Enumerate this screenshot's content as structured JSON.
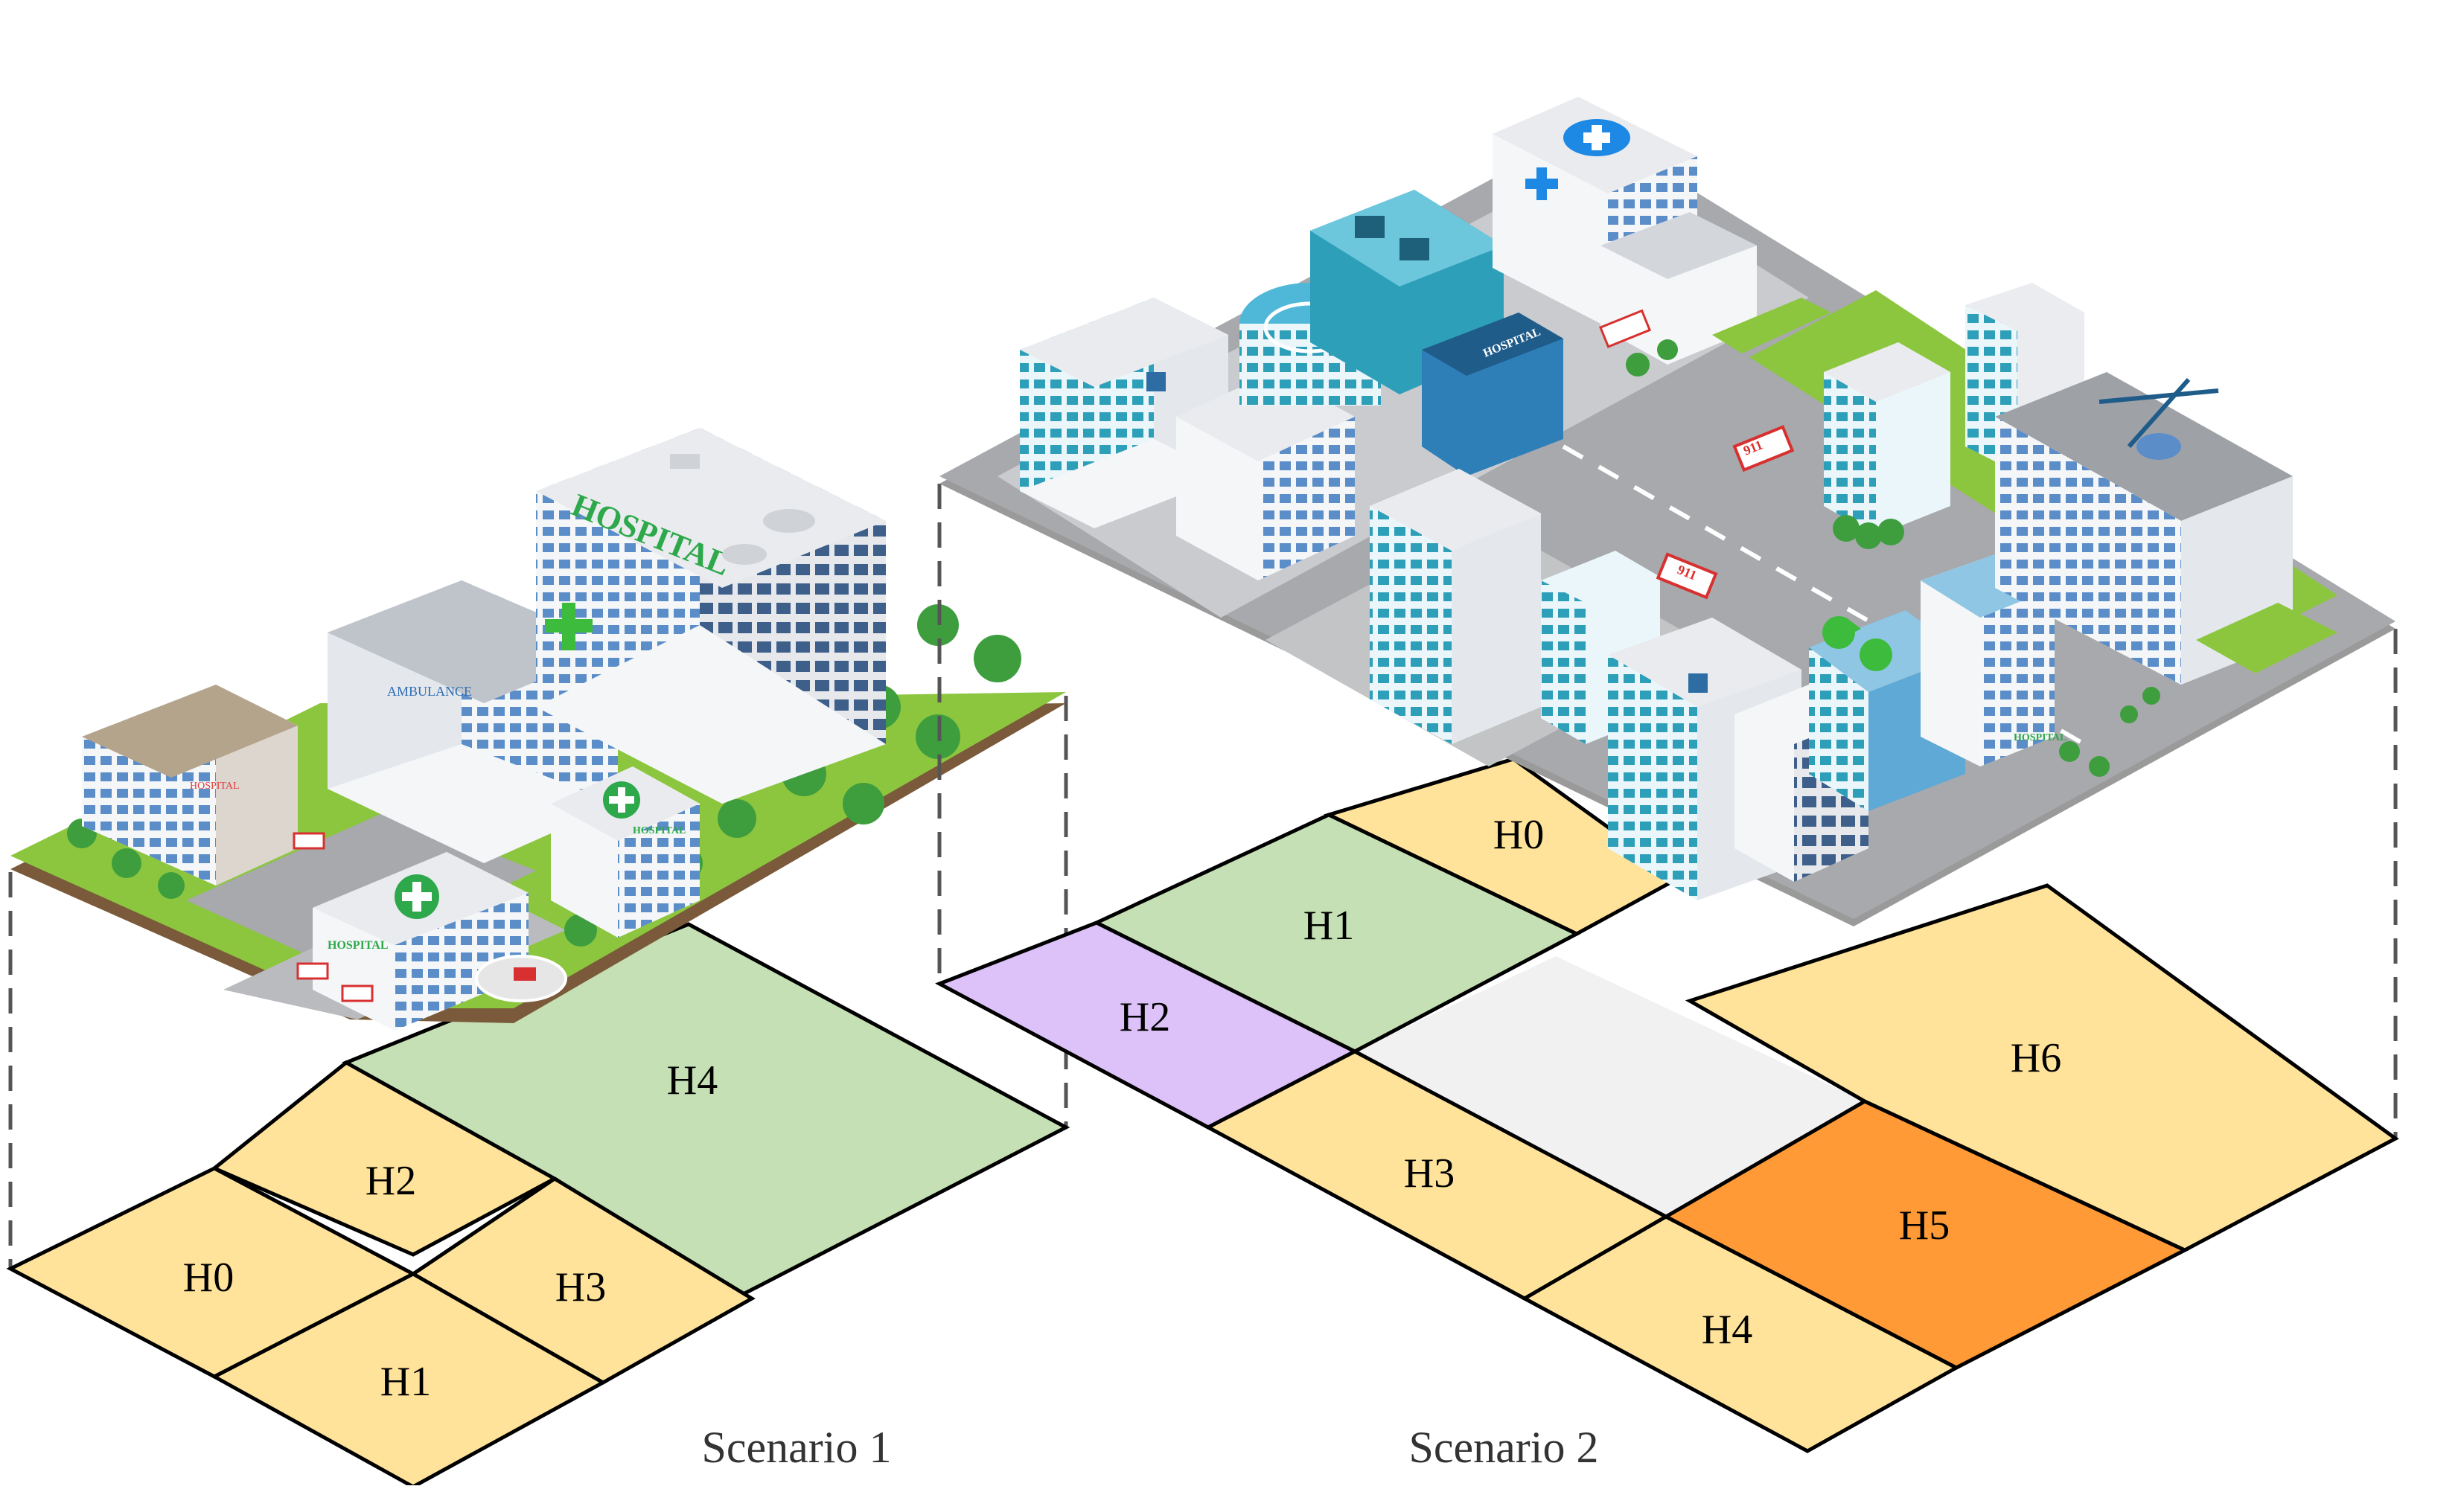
{
  "palette": {
    "yellow": "#FFE39A",
    "green": "#C5E0B4",
    "purple": "#DCC2F8",
    "orange": "#FF9A36",
    "grey": "#F1F1F1",
    "outline": "#000000",
    "dashed": "#555555",
    "grass": "#8CC63F",
    "road": "#A7A9AC",
    "teal": "#3FA9C7",
    "white_bldg": "#F4F6F8",
    "blue_glass": "#5B8DC9"
  },
  "scenarios": [
    {
      "caption": "Scenario 1",
      "zones": [
        {
          "label": "H0",
          "color": "yellow"
        },
        {
          "label": "H1",
          "color": "yellow"
        },
        {
          "label": "H2",
          "color": "yellow"
        },
        {
          "label": "H3",
          "color": "yellow"
        },
        {
          "label": "H4",
          "color": "green"
        }
      ],
      "building_signs": {
        "main": "HOSPITAL",
        "ambulance": "AMBULANCE",
        "small": "HOSPITAL",
        "clinic": "HOSPITAL",
        "left": "HOSPITAL"
      }
    },
    {
      "caption": "Scenario 2",
      "zones": [
        {
          "label": "H0",
          "color": "yellow"
        },
        {
          "label": "H1",
          "color": "green"
        },
        {
          "label": "H2",
          "color": "purple"
        },
        {
          "label": "H3",
          "color": "yellow"
        },
        {
          "label": "H4",
          "color": "yellow"
        },
        {
          "label": "H5",
          "color": "orange"
        },
        {
          "label": "H6",
          "color": "yellow"
        }
      ],
      "building_signs": {
        "center": "HOSPITAL",
        "right": "HOSPITAL",
        "van1": "911",
        "van2": "911"
      }
    }
  ]
}
